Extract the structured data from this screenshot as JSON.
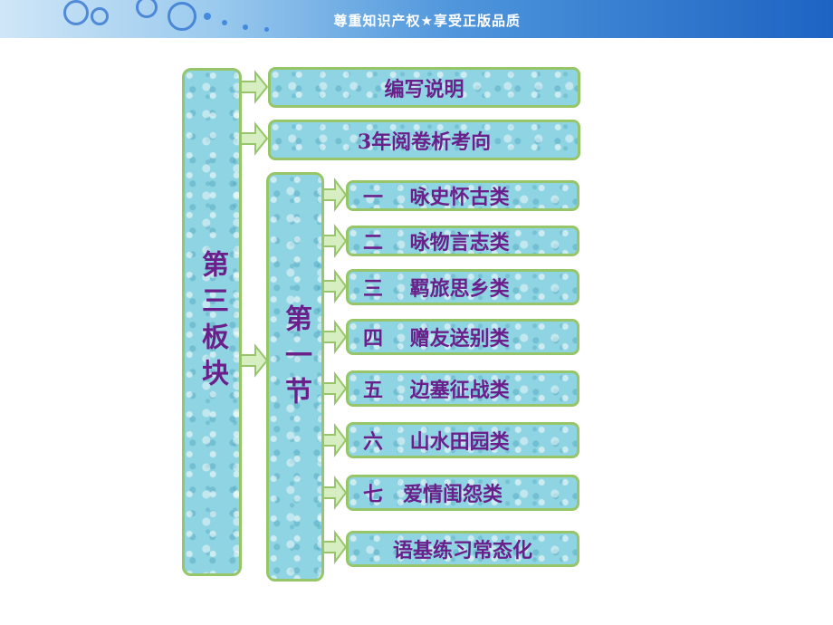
{
  "banner": {
    "slogan": "尊重知识产权★享受正版品质"
  },
  "block": {
    "label": "第三板块"
  },
  "section": {
    "label": "第一节"
  },
  "top_items": [
    "编写说明",
    "3年阅卷析考向"
  ],
  "section_items": [
    "一　 咏史怀古类",
    "二　 咏物言志类",
    "三　 羁旅思乡类",
    "四　 赠友送别类",
    "五　 边塞征战类",
    "六　 山水田园类",
    "七　爱情闺怨类",
    "语基练习常态化"
  ],
  "colors": {
    "text": "#6b1f8a",
    "border": "#96c56a",
    "fill": "#8fd4e2"
  }
}
